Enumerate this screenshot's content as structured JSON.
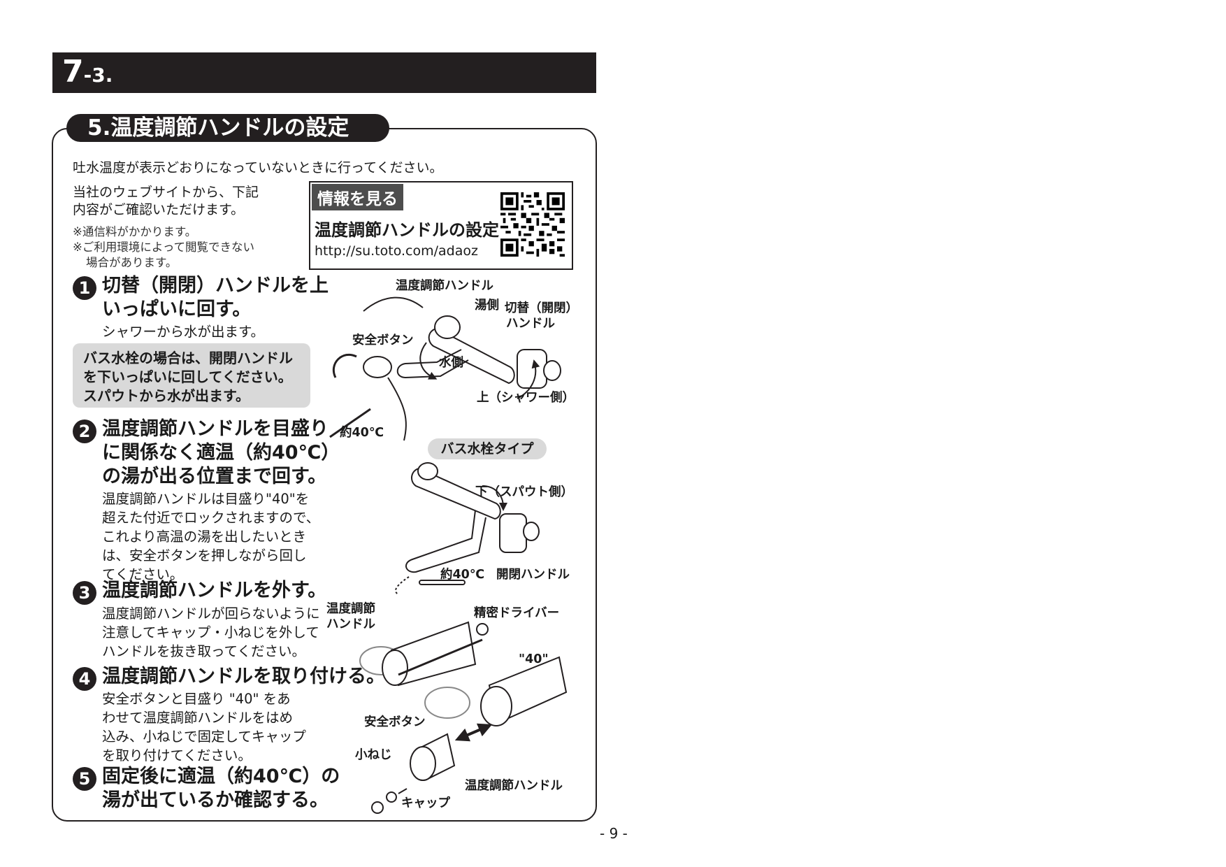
{
  "header": {
    "section_main": "7",
    "section_sub": "-3."
  },
  "title": "5.温度調節ハンドルの設定",
  "intro": "吐水温度が表示どおりになっていないときに行ってください。",
  "web": {
    "line1": "当社のウェブサイトから、下記",
    "line2": "内容がご確認いただけます。",
    "note1": "※通信料がかかります。",
    "note2": "※ご利用環境によって閲覧できない",
    "note3": "場合があります。"
  },
  "qr_box": {
    "label": "情報を見る",
    "title": "温度調節ハンドルの設定",
    "url": "http://su.toto.com/adaoz"
  },
  "steps": [
    {
      "num": "1",
      "title1": "切替（開閉）ハンドルを上",
      "title2": "いっぱいに回す。",
      "body": [
        "シャワーから水が出ます。"
      ]
    },
    {
      "num": "2",
      "title1": "温度調節ハンドルを目盛り",
      "title2": "に関係なく適温（約40℃）",
      "title3": "の湯が出る位置まで回す。",
      "body": [
        "温度調節ハンドルは目盛り\"40\"を",
        "超えた付近でロックされますので、",
        "これより高温の湯を出したいとき",
        "は、安全ボタンを押しながら回し",
        "てください。"
      ]
    },
    {
      "num": "3",
      "title1": "温度調節ハンドルを外す。",
      "body": [
        "温度調節ハンドルが回らないように",
        "注意してキャップ・小ねじを外して",
        "ハンドルを抜き取ってください。"
      ]
    },
    {
      "num": "4",
      "title1": "温度調節ハンドルを取り付ける。",
      "body": [
        "安全ボタンと目盛り \"40\" をあ",
        "わせて温度調節ハンドルをはめ",
        "込み、小ねじで固定してキャップ",
        "を取り付けてください。"
      ]
    },
    {
      "num": "5",
      "title1": "固定後に適温（約40℃）の",
      "title2": "湯が出ているか確認する。"
    }
  ],
  "bath_note": [
    "バス水栓の場合は、開閉ハンドル",
    "を下いっぱいに回してください。",
    "スパウトから水が出ます。"
  ],
  "figure1": {
    "temp_handle": "温度調節ハンドル",
    "hot_side": "湯側",
    "switch_handle1": "切替（開閉）",
    "switch_handle2": "ハンドル",
    "safety_button": "安全ボタン",
    "water_side": "水側",
    "up_shower": "上（シャワー側）",
    "approx_temp": "約40℃"
  },
  "figure2": {
    "type_label": "バス水栓タイプ",
    "down_spout": "下（スパウト側）",
    "approx_temp": "約40℃",
    "open_close_handle": "開閉ハンドル"
  },
  "figure3": {
    "temp_handle1": "温度調節",
    "temp_handle2": "ハンドル",
    "precision_driver": "精密ドライバー",
    "mark_40": "\"40\"",
    "safety_button": "安全ボタン",
    "small_screw": "小ねじ",
    "temp_handle_full": "温度調節ハンドル",
    "cap": "キャップ"
  },
  "page_number": "- 9 -"
}
